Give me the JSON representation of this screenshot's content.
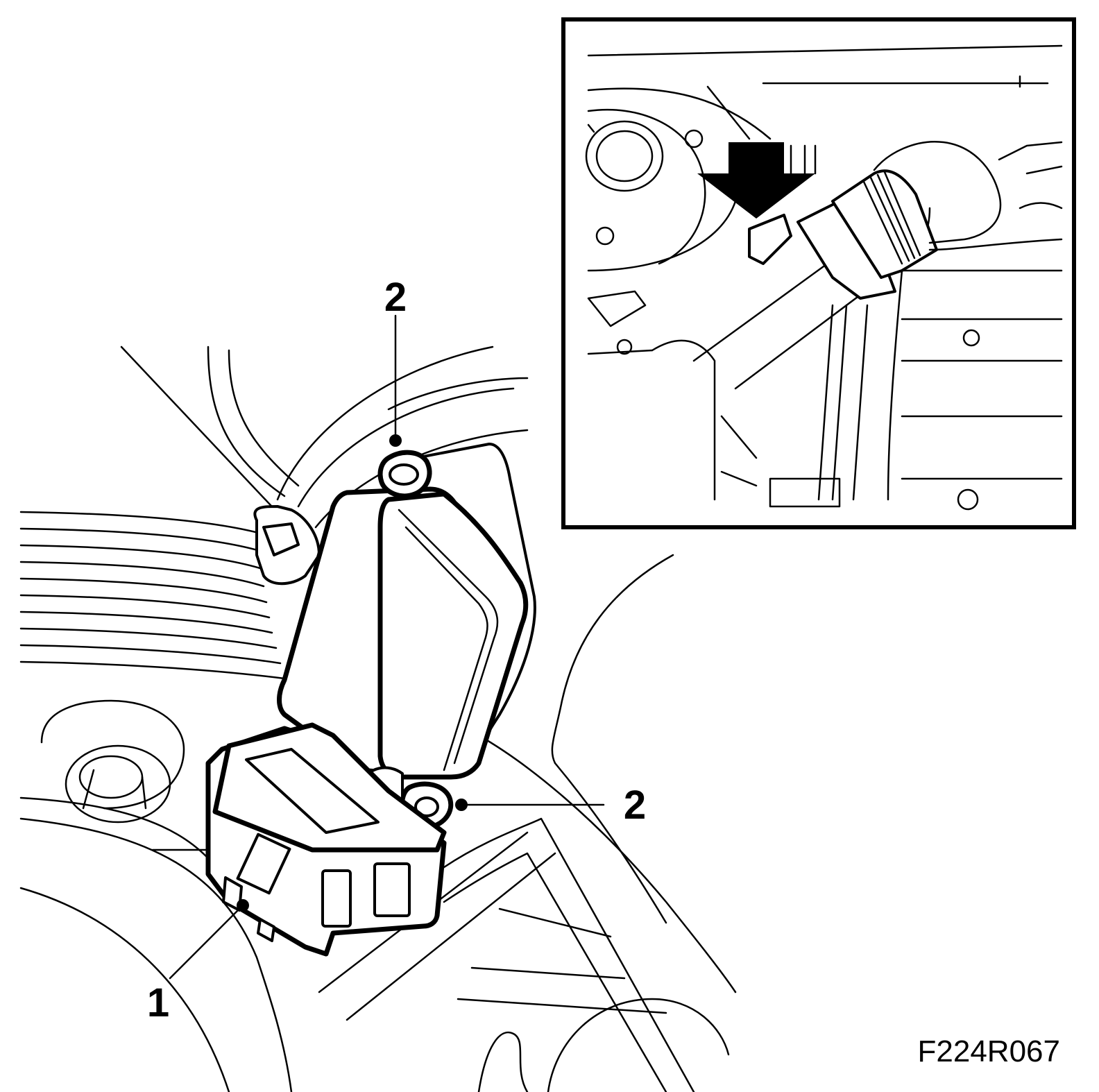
{
  "callouts": [
    {
      "id": "connector",
      "label": "1"
    },
    {
      "id": "bolt-upper",
      "label": "2"
    },
    {
      "id": "bolt-lower",
      "label": "2"
    }
  ],
  "figure_code": "F224R067",
  "inset": {
    "arrow": "down-arrow-icon"
  }
}
